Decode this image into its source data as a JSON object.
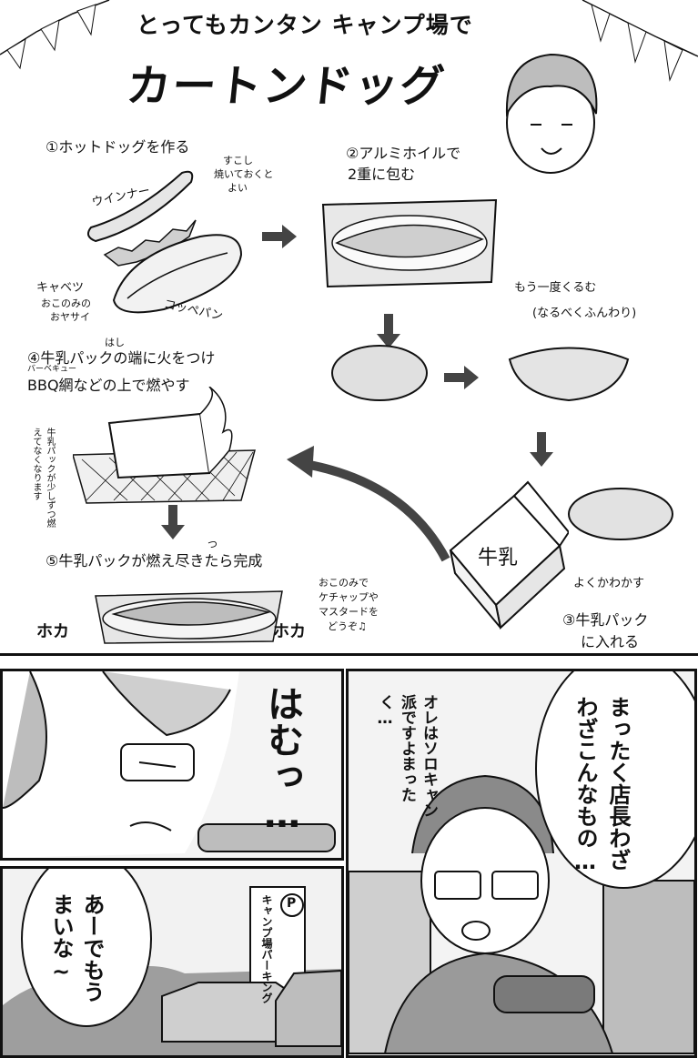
{
  "recipe": {
    "header": "とってもカンタン キャンプ場で",
    "title": "カートンドッグ",
    "steps": {
      "s1": "①ホットドッグを作る",
      "s2_line1": "②アルミホイルで",
      "s2_line2": "2重に包む",
      "s3_line1": "③牛乳パック",
      "s3_line2": "に入れる",
      "s4_line1": "④牛乳パックの端に火をつけ",
      "s4_ruby": "はし",
      "s4_line2": "BBQ網などの上で燃やす",
      "s4_ruby2": "バーベキュー",
      "s5": "⑤牛乳パックが燃え尽きたら完成",
      "s5_ruby": "つ"
    },
    "labels": {
      "wiener": "ウインナー",
      "wiener_note1": "すこし",
      "wiener_note2": "焼いておくと",
      "wiener_note3": "よい",
      "cabbage": "キャベツ",
      "cabbage_note1": "おこのみの",
      "cabbage_note2": "おヤサイ",
      "bun": "コッペパン",
      "rewrap1": "もう一度くるむ",
      "rewrap2": "(なるべくふんわり)",
      "fits": "よくかわかす",
      "carton_label": "牛乳",
      "burning_note": "牛乳パックが少しずつ燃えてなくなります",
      "sauce1": "おこのみで",
      "sauce2": "ケチャップや",
      "sauce3": "マスタードを",
      "sauce4": "どうぞ♫",
      "hoka_left": "ホカ",
      "hoka_right": "ホカ"
    }
  },
  "comic": {
    "sfx_hamu": "はむっ…",
    "bubble_right": "まったく店長わざわざこんなもの…",
    "bubble_mid": "オレはソロキャン派ですよまったく…",
    "bubble_left": "あーでもうまいな~",
    "sign": "キャンプ場パーキング",
    "sign_p": "P"
  }
}
